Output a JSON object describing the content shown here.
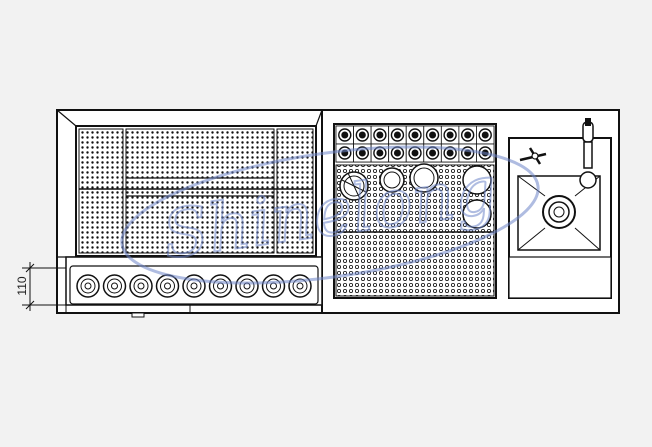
{
  "dimension": {
    "label": "110"
  },
  "watermark": {
    "text": "Shinelong"
  },
  "colors": {
    "line": "#111111",
    "background": "#f2f2f2",
    "panel": "#ffffff",
    "watermark": "#6f86c9"
  },
  "counts": {
    "speed_rail_bottles": 9,
    "glass_rack_rows": 2,
    "glass_rack_cols": 9
  },
  "icons": [
    "bottle-icon",
    "faucet-icon",
    "drain-icon",
    "circle-well-icon"
  ]
}
